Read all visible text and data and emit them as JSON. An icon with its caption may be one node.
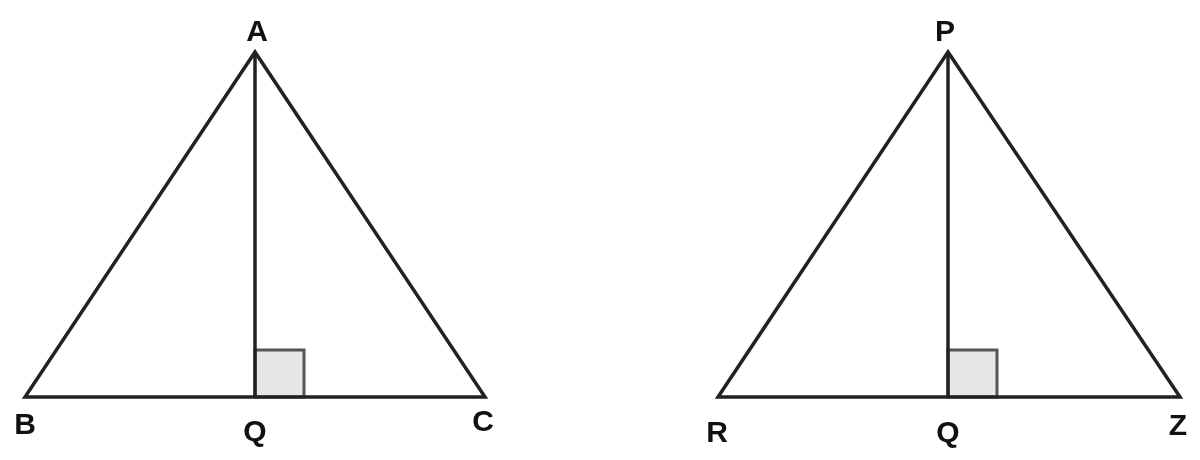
{
  "diagram": {
    "labels": [
      "A",
      "P",
      "B",
      "Q",
      "C",
      "R",
      "Q",
      "Z"
    ]
  }
}
